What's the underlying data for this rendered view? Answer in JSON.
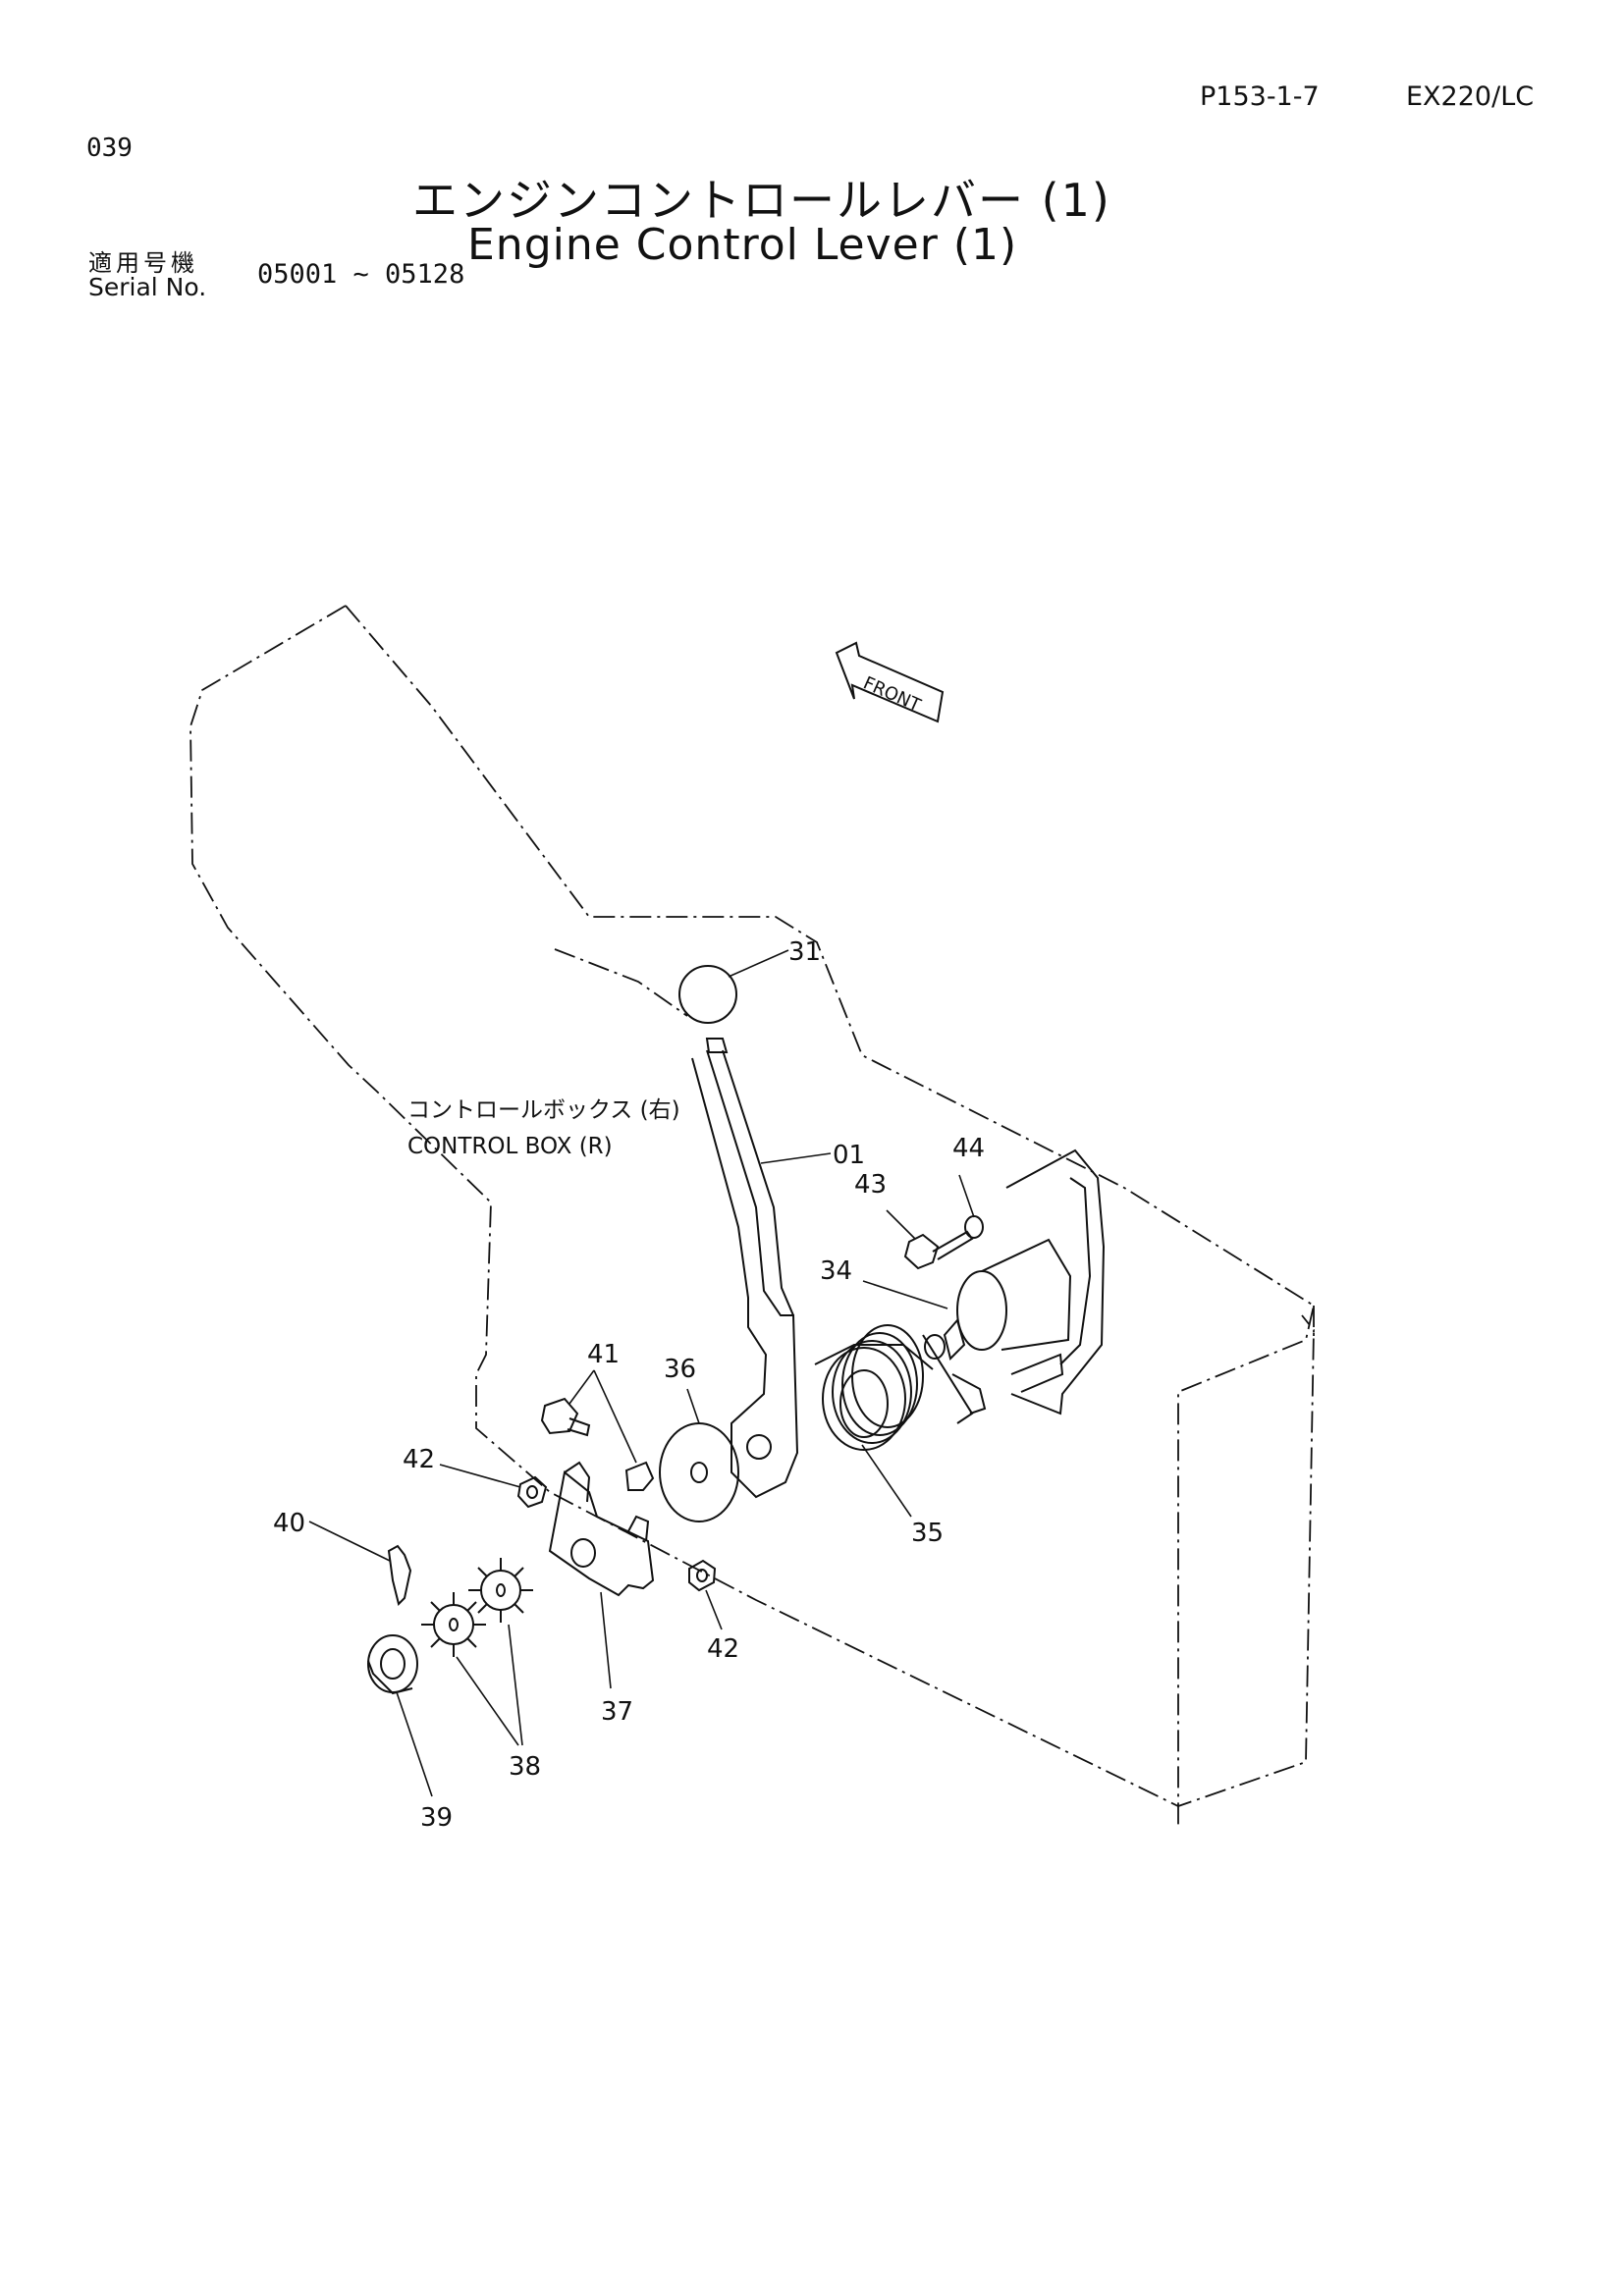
{
  "header": {
    "page_no": "039",
    "ref": "P153-1-7",
    "model": "EX220/LC",
    "title_jp": "エンジンコントロールレバー (1)",
    "title_en": "Engine Control Lever (1)",
    "serial_label_jp": "適用号機",
    "serial_label_en": "Serial No.",
    "serial_range": "05001 ~ 05128"
  },
  "diagram": {
    "front_label": "FRONT",
    "control_box_jp": "コントロールボックス (右)",
    "control_box_en": "CONTROL BOX (R)",
    "callouts": {
      "c31": "31",
      "c01": "01",
      "c44": "44",
      "c43": "43",
      "c34": "34",
      "c41": "41",
      "c36": "36",
      "c42a": "42",
      "c40": "40",
      "c35": "35",
      "c42b": "42",
      "c37": "37",
      "c38": "38",
      "c39": "39"
    }
  }
}
